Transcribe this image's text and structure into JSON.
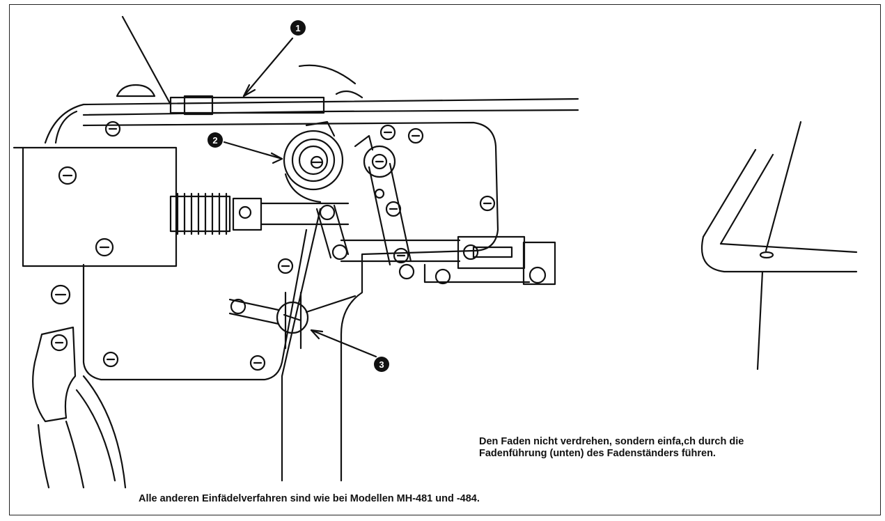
{
  "callouts": [
    {
      "id": "1",
      "glyph": "1"
    },
    {
      "id": "2",
      "glyph": "2"
    },
    {
      "id": "3",
      "glyph": "3"
    }
  ],
  "notes": {
    "right_line1": "Den Faden nicht verdrehen, sondern einfa,ch durch die",
    "right_line2": "Fadenführung (unten) des Fadenständers führen.",
    "bottom": "Alle anderen Einfädelverfahren sind wie bei Modellen MH-481 und -484."
  },
  "colors": {
    "ink": "#111111",
    "background": "#ffffff"
  }
}
